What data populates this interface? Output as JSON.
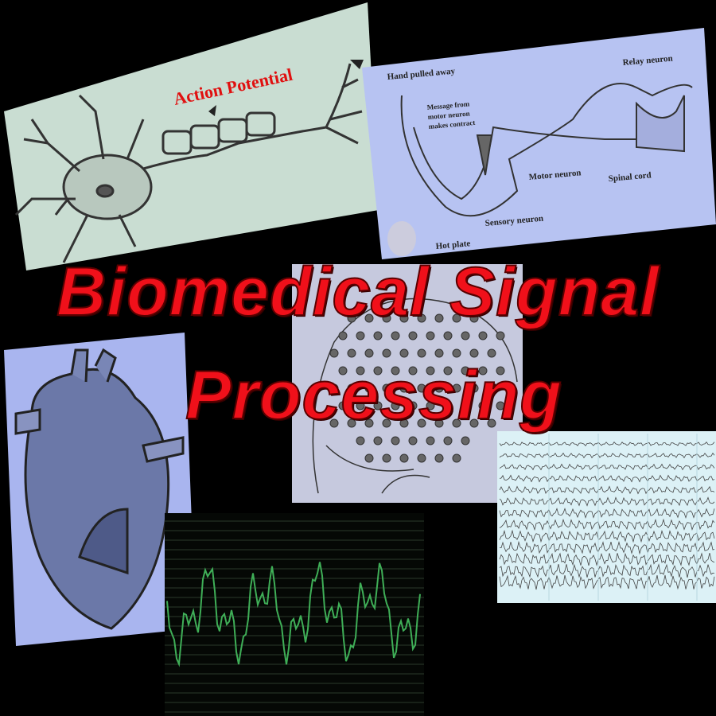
{
  "title": {
    "line1": "Biomedical Signal",
    "line2": "Processing",
    "color": "#f0101a"
  },
  "neuron_panel": {
    "label": "Action Potential",
    "label_color": "#e01010"
  },
  "reflex_panel": {
    "labels": {
      "hand": "Hand pulled away",
      "message1": "Message from",
      "message2": "motor neuron",
      "message3": "makes contract",
      "relay": "Relay neuron",
      "motor": "Motor neuron",
      "spinal": "Spinal cord",
      "sensory": "Sensory neuron",
      "hotplate": "Hot plate"
    }
  },
  "colors": {
    "neuron_bg": "#c9ddd2",
    "reflex_bg": "#b7c3f2",
    "heart_bg": "#a9b5ef",
    "eeg_head_bg": "#c6c9de",
    "signal_bg": "#050805",
    "signal_line": "#3fae57",
    "eeg_bg": "#dcf1f6"
  }
}
